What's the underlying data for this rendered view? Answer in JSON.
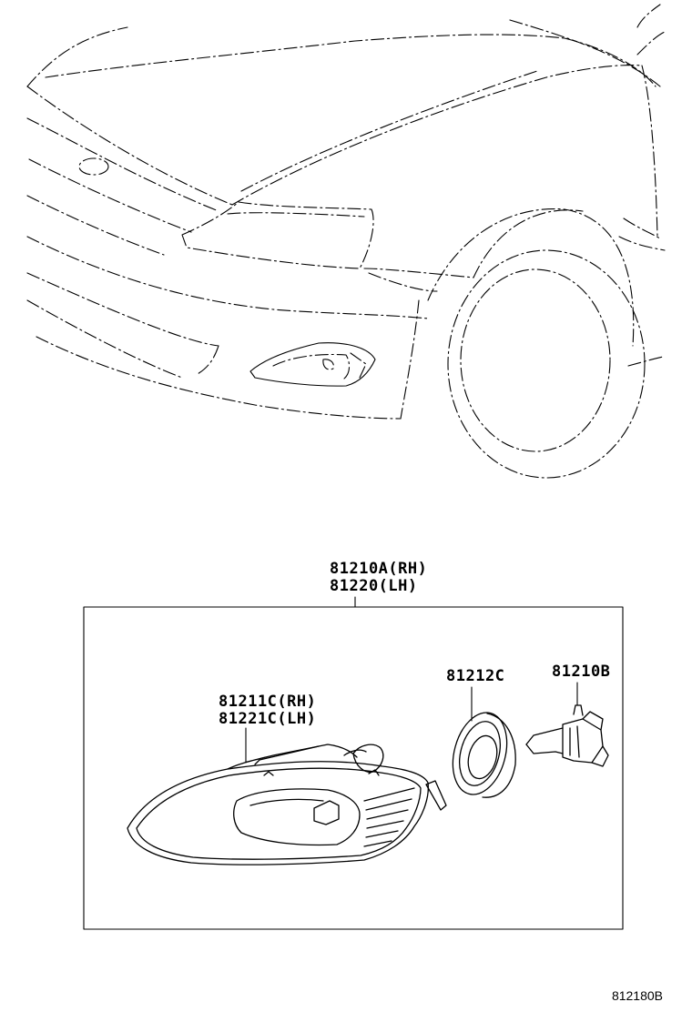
{
  "labels": {
    "assembly": {
      "rh": "81210A(RH)",
      "lh": "81220(LH)"
    },
    "lens_housing": {
      "rh": "81211C(RH)",
      "lh": "81221C(LH)"
    },
    "socket_seal": "81212C",
    "bulb": "81210B"
  },
  "figure_code": "812180B"
}
